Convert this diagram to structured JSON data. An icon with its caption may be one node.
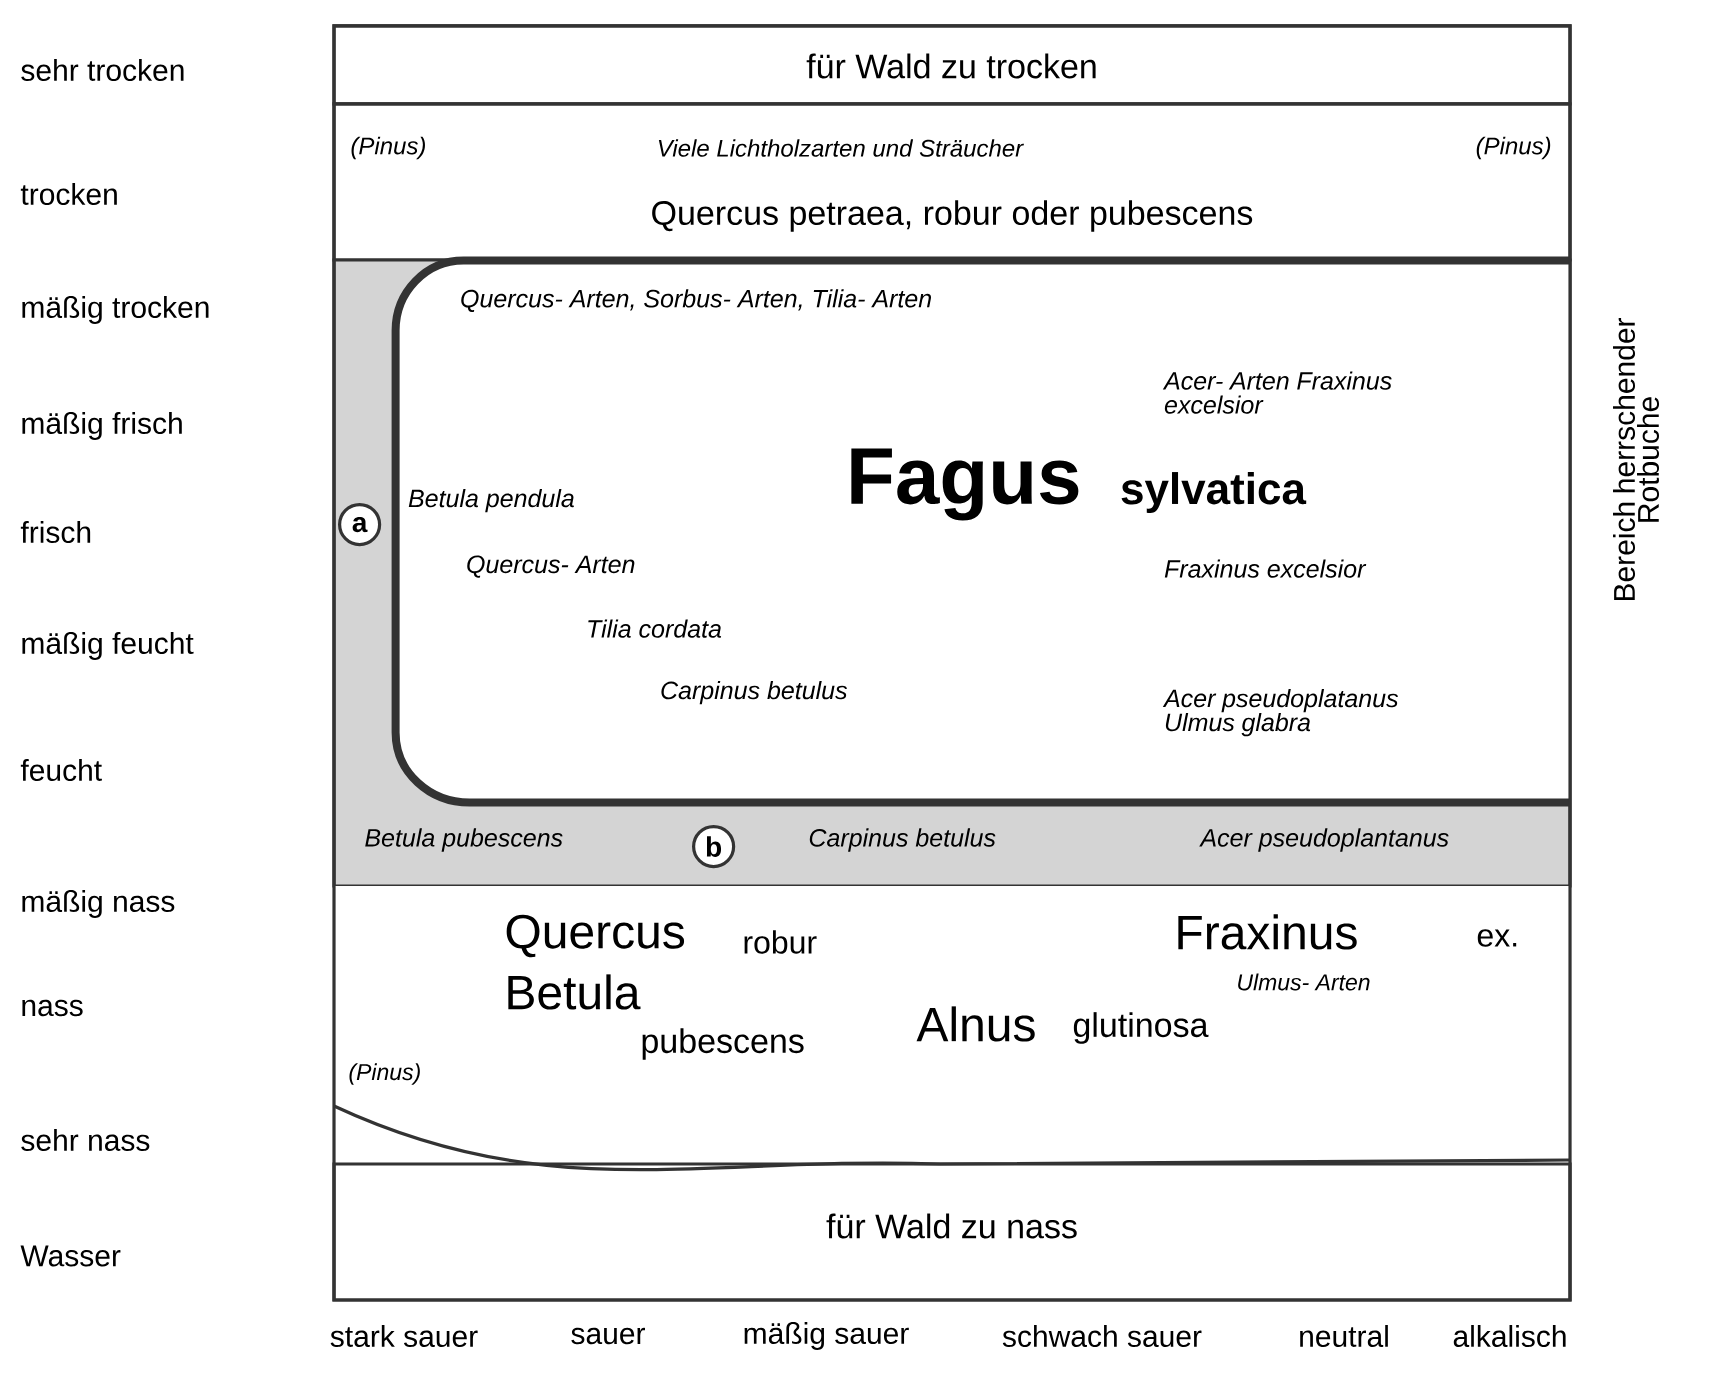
{
  "diagram": {
    "nodes": [
      {
        "text": [
          "für Wald zu trocken"
        ]
      },
      {
        "text": [
          "(Pinus)",
          "Viele Lichtholzarten und Sträucher",
          "(Pinus)",
          "Quercus petraea, robur oder pubescens"
        ]
      },
      {
        "text": [
          "Betula pubescens",
          "Carpinus betulus",
          "Acer pseudoplantanus"
        ]
      },
      {
        "text": [
          "Quercus- Arten, Sorbus- Arten, Tilia- Arten",
          "Acer- Arten Fraxinus excelsior",
          "Betula pendula",
          "Fagus",
          "sylvatica",
          "Quercus- Arten",
          "Fraxinus excelsior",
          "Tilia cordata",
          "Carpinus betulus",
          "Acer pseudoplatanus Ulmus glabra"
        ],
        "in": 2,
        "beside": [
          "Bereich herrschender Rotbuche"
        ]
      },
      {
        "text": [
          "a"
        ],
        "in": 2
      },
      {
        "text": [
          "b"
        ],
        "in": 2
      },
      {
        "text": [
          "Quercus",
          "robur",
          "Betula",
          "pubescens",
          "Alnus",
          "glutinosa",
          "Fraxinus",
          "ex.",
          "Ulmus- Arten",
          "(Pinus)"
        ]
      },
      {
        "text": [
          "für Wald zu nass"
        ]
      }
    ],
    "labels": [
      "sehr trocken",
      "trocken",
      "mäßig trocken",
      "mäßig frisch",
      "frisch",
      "mäßig feucht",
      "feucht",
      "mäßig nass",
      "nass",
      "sehr nass",
      "Wasser",
      "stark sauer",
      "sauer",
      "mäßig sauer",
      "schwach sauer",
      "neutral",
      "alkalisch"
    ]
  }
}
